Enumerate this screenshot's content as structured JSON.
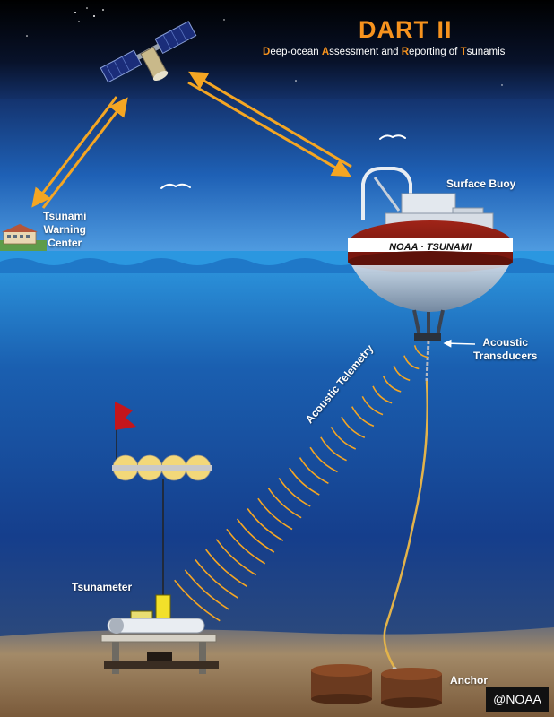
{
  "header": {
    "title": "DART II",
    "subtitle_parts": [
      {
        "accent": "D",
        "rest": "eep-ocean "
      },
      {
        "accent": "A",
        "rest": "ssessment and "
      },
      {
        "accent": "R",
        "rest": "eporting of "
      },
      {
        "accent": "T",
        "rest": "sunamis"
      }
    ]
  },
  "labels": {
    "surface_buoy": "Surface Buoy",
    "warning_center_line1": "Tsunami",
    "warning_center_line2": "Warning",
    "warning_center_line3": "Center",
    "acoustic_line1": "Acoustic",
    "acoustic_line2": "Transducers",
    "acoustic_telemetry": "Acoustic Telemetry",
    "tsunameter": "Tsunameter",
    "anchor": "Anchor",
    "buoy_marking": "NOAA · TSUNAMI"
  },
  "credit": "@NOAA",
  "colors": {
    "accent": "#f7931e",
    "arrow": "#f5a623",
    "sky": "#050a18",
    "ocean_top": "#1d6fc0",
    "ocean_deep": "#0b2a6b",
    "buoy_red": "#8c1d14",
    "seafloor": "#b89868"
  }
}
